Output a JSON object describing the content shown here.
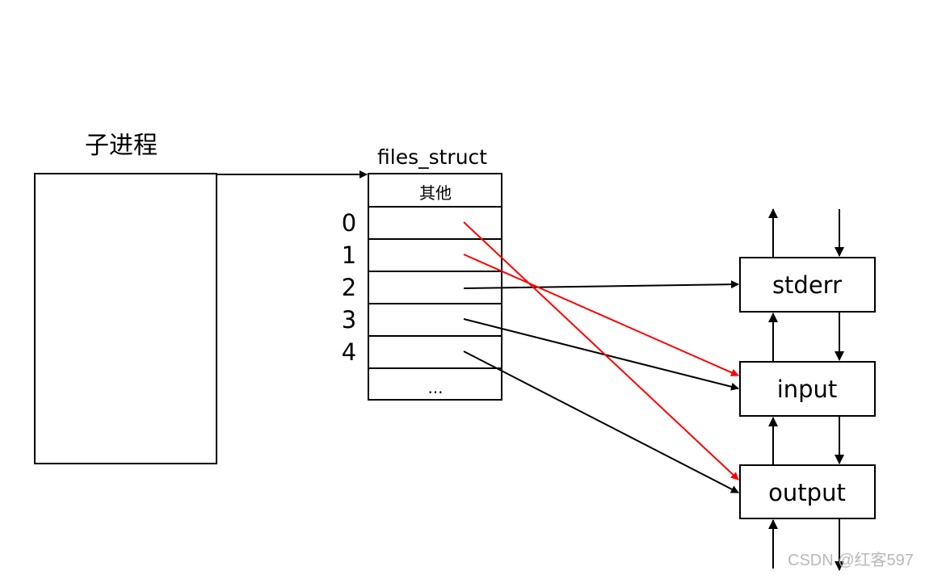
{
  "diagram": {
    "process": {
      "label": "子进程"
    },
    "files_struct": {
      "title": "files_struct",
      "header_cell": "其他",
      "indices": [
        "0",
        "1",
        "2",
        "3",
        "4"
      ],
      "ellipsis": "..."
    },
    "devices": [
      {
        "id": "stderr",
        "label": "stderr"
      },
      {
        "id": "input",
        "label": "input"
      },
      {
        "id": "output",
        "label": "output"
      }
    ],
    "mappings": [
      {
        "fd": "0",
        "target": "output",
        "color": "#ff0000"
      },
      {
        "fd": "1",
        "target": "input",
        "color": "#ff0000"
      },
      {
        "fd": "2",
        "target": "stderr",
        "color": "#000000"
      },
      {
        "fd": "3",
        "target": "input",
        "color": "#000000"
      },
      {
        "fd": "4",
        "target": "output",
        "color": "#000000"
      }
    ],
    "colors": {
      "default_line": "#000000",
      "highlight_line": "#ff0000",
      "watermark": "#b8b8b8"
    }
  },
  "watermark": "CSDN @红客597"
}
